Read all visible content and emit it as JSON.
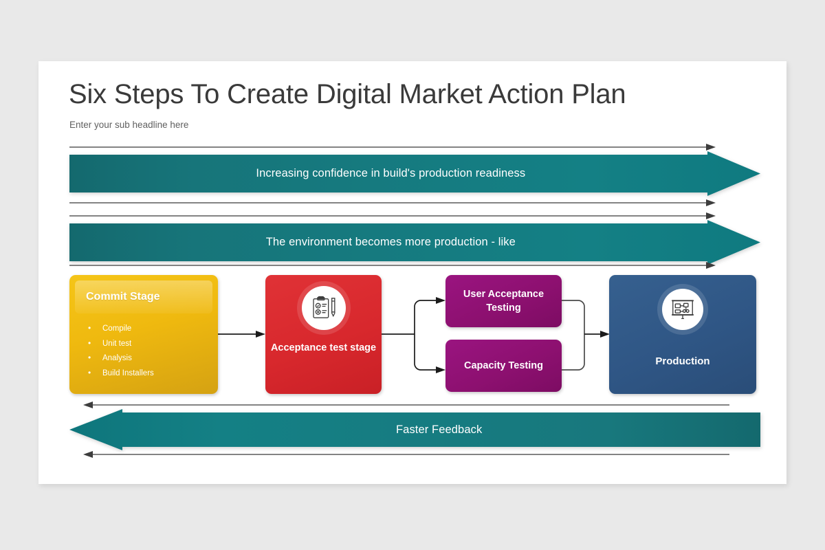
{
  "slide": {
    "title": "Six Steps To Create Digital Market Action Plan",
    "subtitle": "Enter your sub headline  here"
  },
  "bands": [
    {
      "id": "band-confidence",
      "label": "Increasing confidence  in build's production readiness",
      "direction": "right"
    },
    {
      "id": "band-environment",
      "label": "The environment becomes  more production - like",
      "direction": "right"
    },
    {
      "id": "band-feedback",
      "label": "Faster Feedback",
      "direction": "left"
    }
  ],
  "stages": {
    "commit": {
      "title": "Commit Stage",
      "bullets": [
        "Compile",
        "Unit test",
        "Analysis",
        "Build Installers"
      ]
    },
    "acceptance": {
      "label": "Acceptance test stage",
      "icon": "clipboard-checklist-pencil-icon"
    },
    "uat": {
      "label": "User Acceptance Testing"
    },
    "capacity": {
      "label": "Capacity Testing"
    },
    "production": {
      "label": "Production",
      "icon": "presentation-board-flowchart-icon"
    }
  },
  "colors": {
    "teal": "#19757a",
    "teal_dark": "#136268",
    "yellow": "#efb90f",
    "red": "#d8282d",
    "purple": "#8d1070",
    "blue": "#2f5685",
    "arrow_grey": "#5a5a5a",
    "canvas": "#ffffff",
    "background": "#e9e9e9"
  }
}
